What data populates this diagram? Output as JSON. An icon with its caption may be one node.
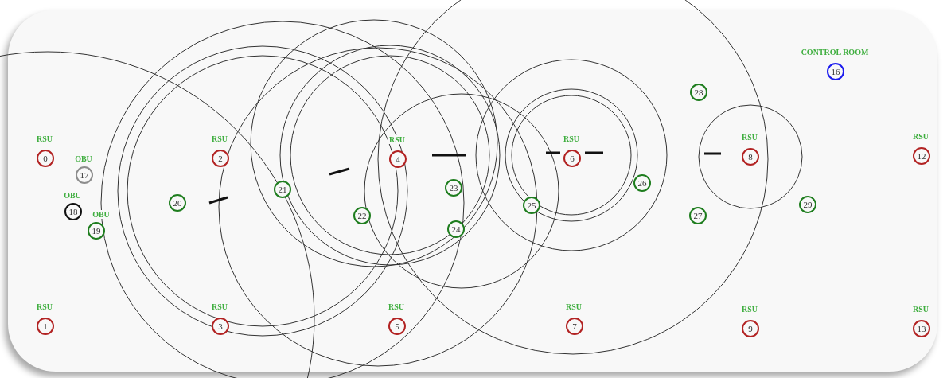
{
  "diagram": {
    "nodes": [
      {
        "text": [
          "RSU",
          "0"
        ]
      },
      {
        "text": [
          "RSU",
          "1"
        ]
      },
      {
        "text": [
          "RSU",
          "2"
        ]
      },
      {
        "text": [
          "RSU",
          "3"
        ]
      },
      {
        "text": [
          "RSU",
          "4"
        ]
      },
      {
        "text": [
          "RSU",
          "5"
        ]
      },
      {
        "text": [
          "RSU",
          "6"
        ]
      },
      {
        "text": [
          "RSU",
          "7"
        ]
      },
      {
        "text": [
          "RSU",
          "8"
        ]
      },
      {
        "text": [
          "RSU",
          "9"
        ]
      },
      {
        "text": [
          "RSU",
          "12"
        ]
      },
      {
        "text": [
          "RSU",
          "13"
        ]
      },
      {
        "text": [
          "CONTROL ROOM",
          "16"
        ]
      },
      {
        "text": [
          "OBU",
          "17"
        ]
      },
      {
        "text": [
          "OBU",
          "18"
        ]
      },
      {
        "text": [
          "OBU",
          "19"
        ]
      },
      {
        "text": [
          "20"
        ]
      },
      {
        "text": [
          "21"
        ]
      },
      {
        "text": [
          "22"
        ]
      },
      {
        "text": [
          "23"
        ]
      },
      {
        "text": [
          "24"
        ]
      },
      {
        "text": [
          "25"
        ]
      },
      {
        "text": [
          "26"
        ]
      },
      {
        "text": [
          "27"
        ]
      },
      {
        "text": [
          "28"
        ]
      },
      {
        "text": [
          "29"
        ]
      }
    ]
  }
}
